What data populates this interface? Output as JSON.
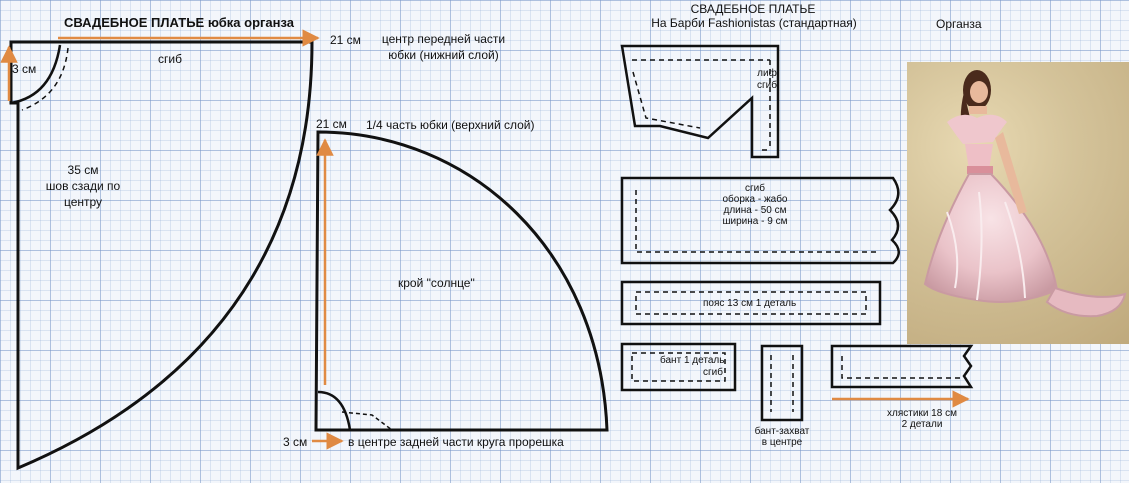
{
  "left_pattern": {
    "title": "СВАДЕБНОЕ ПЛАТЬЕ  юбка  органза",
    "fold": "сгиб",
    "seam_3cm": "3 см",
    "front_21cm": "21 см",
    "front_center_l1": "центр передней части",
    "front_center_l2": "юбки (нижний слой)",
    "back_35cm": "35 см",
    "back_seam_l1": "шов сзади по",
    "back_seam_l2": "центру",
    "quarter_21cm": "21 см",
    "quarter_label": "1/4 часть юбки (верхний слой)",
    "sun_cut": "крой \"солнце\"",
    "bottom_3cm": "3 см",
    "bottom_slit": "в центре задней части круга прорешка"
  },
  "right_pattern": {
    "title_line1": "СВАДЕБНОЕ ПЛАТЬЕ",
    "title_line2": "На Барби Fashionistas (стандартная)",
    "material": "Органза",
    "bodice_l1": "лиф",
    "bodice_l2": "сгиб",
    "ruffle_l1": "сгиб",
    "ruffle_l2": "оборка - жабо",
    "ruffle_l3": "длина - 50 см",
    "ruffle_l4": "ширина - 9 см",
    "belt": "пояс 13 см  1 деталь",
    "bow_l1": "бант   1 деталь",
    "bow_l2": "сгиб",
    "bowtie_l1": "бант-захват",
    "bowtie_l2": "в центре",
    "strips_l1": "хлястики 18 см",
    "strips_l2": "2 детали"
  },
  "colors": {
    "arrow": "#e08a43",
    "line": "#111111"
  }
}
